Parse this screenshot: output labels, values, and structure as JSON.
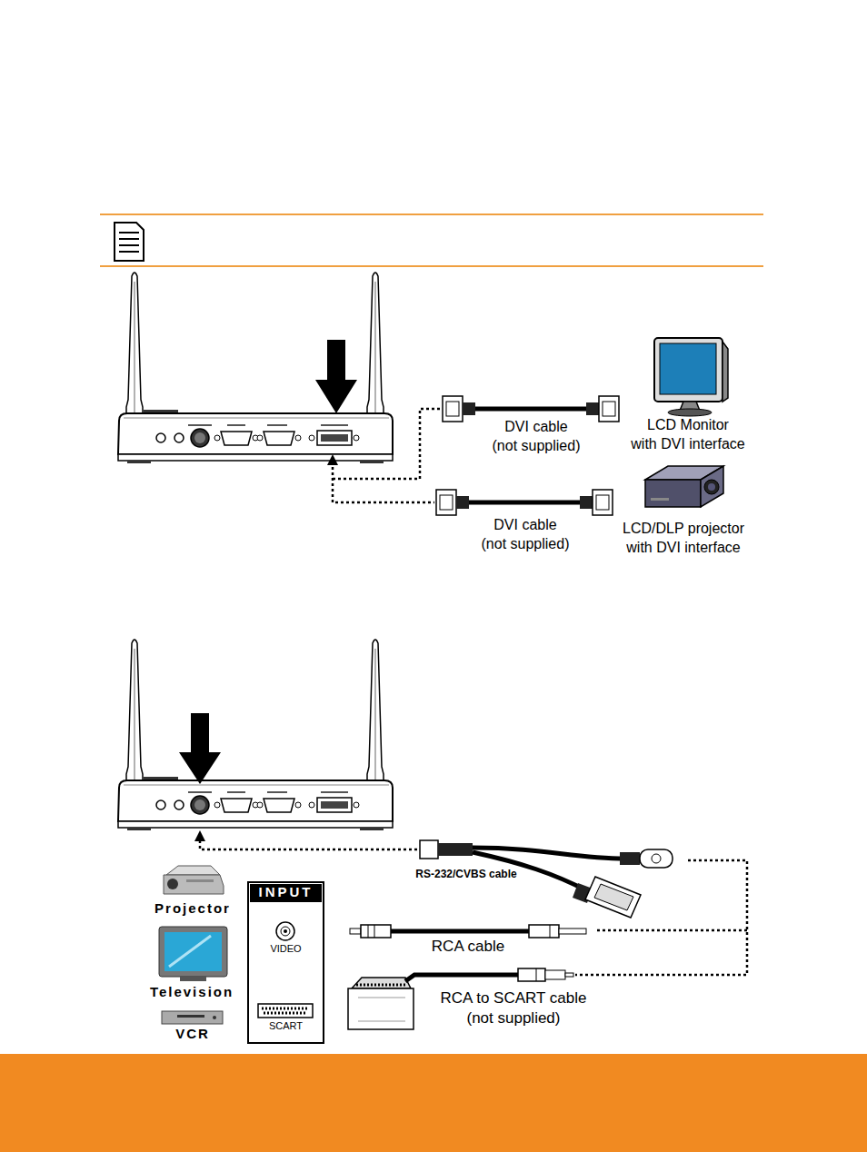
{
  "diagram": {
    "nodes": [
      {
        "text": [
          "INPUT",
          "VIDEO",
          "SCART"
        ]
      }
    ],
    "labels": [
      "DVI cable (not supplied)",
      "LCD Monitor with DVI interface",
      "DVI cable (not supplied)",
      "LCD/DLP projector with DVI interface",
      "RS-232/CVBS cable",
      "RCA cable",
      "RCA to SCART cable (not supplied)",
      "Projector",
      "Television",
      "VCR"
    ]
  }
}
